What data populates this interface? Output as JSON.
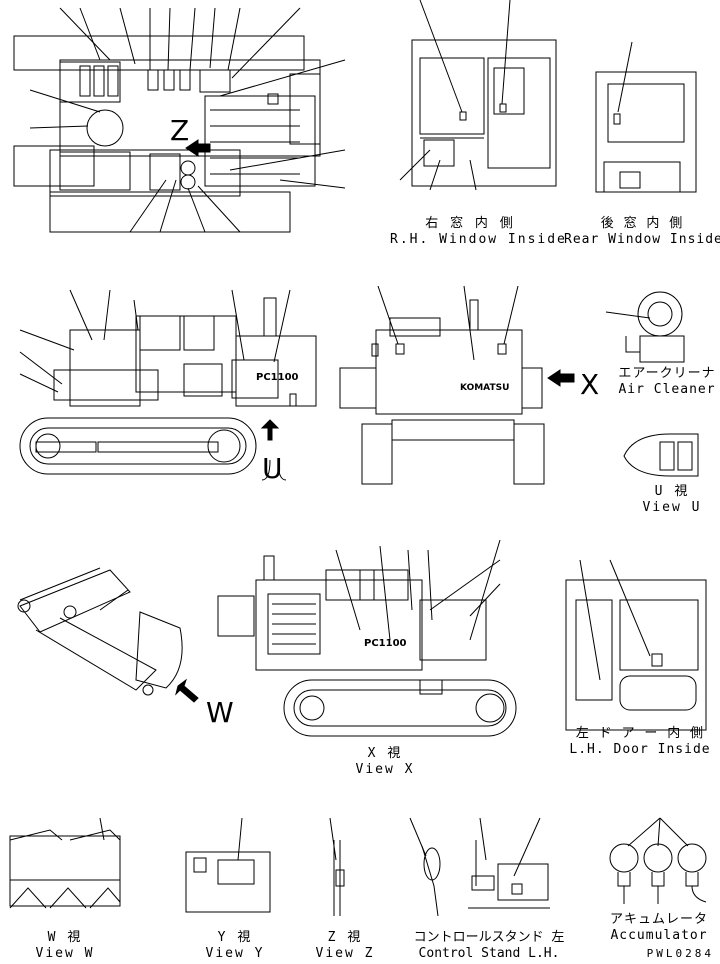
{
  "views": {
    "rh_window": {
      "jp": "右 窓 内 側",
      "en": "R.H. Window Inside"
    },
    "rear_window": {
      "jp": "後 窓 内 側",
      "en": "Rear Window Inside"
    },
    "air_cleaner": {
      "jp": "エアークリーナ",
      "en": "Air Cleaner"
    },
    "view_u": {
      "jp": "U 視",
      "en": "View U"
    },
    "view_x": {
      "jp": "X 視",
      "en": "View X"
    },
    "lh_door": {
      "jp": "左 ド ア ー 内 側",
      "en": "L.H. Door Inside"
    },
    "view_w": {
      "jp": "W 視",
      "en": "View W"
    },
    "view_y": {
      "jp": "Y 視",
      "en": "View Y"
    },
    "view_z": {
      "jp": "Z 視",
      "en": "View Z"
    },
    "control_stand": {
      "jp": "コントロールスタンド 左",
      "en": "Control Stand L.H."
    },
    "accumulator": {
      "jp": "アキュムレータ",
      "en": "Accumulator"
    }
  },
  "markers": {
    "z": "Z",
    "x": "X",
    "u": "U",
    "w": "W"
  },
  "model_badge": "PC1100",
  "brand_badge": "KOMATSU",
  "ref_code": "PWL0284"
}
